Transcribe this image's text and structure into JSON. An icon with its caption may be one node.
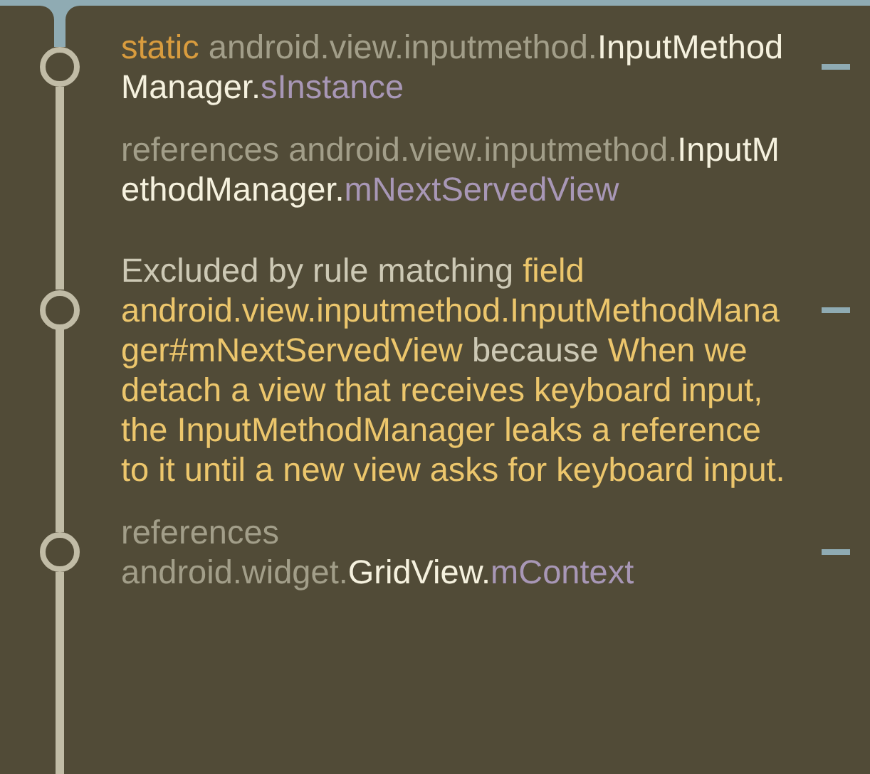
{
  "diagram": {
    "nodes": [
      {
        "text": [],
        "shape": "circle",
        "beside": [
          "static android.view.inputmethod.InputMethodManager.sInstance"
        ]
      },
      {
        "text": [],
        "shape": "circle",
        "beside": [
          "references android.view.inputmethod.InputMethodManager.mNextServedView",
          "Excluded by rule matching field android.view.inputmethod.InputMethodManager#mNextServedView because When we detach a view that receives keyboard input, the InputMethodManager leaks a reference to it until a new view asks for keyboard input."
        ]
      },
      {
        "text": [],
        "shape": "circle",
        "beside": [
          "references android.widget.GridView.mContext"
        ]
      }
    ],
    "edges": [
      {
        "from": null,
        "to": 0,
        "arrow": "none",
        "color": "#8fabb3"
      },
      {
        "from": 0,
        "to": 1,
        "arrow": "none"
      },
      {
        "from": 1,
        "to": 2,
        "arrow": "none"
      },
      {
        "from": 2,
        "to": null,
        "arrow": "none"
      }
    ]
  }
}
